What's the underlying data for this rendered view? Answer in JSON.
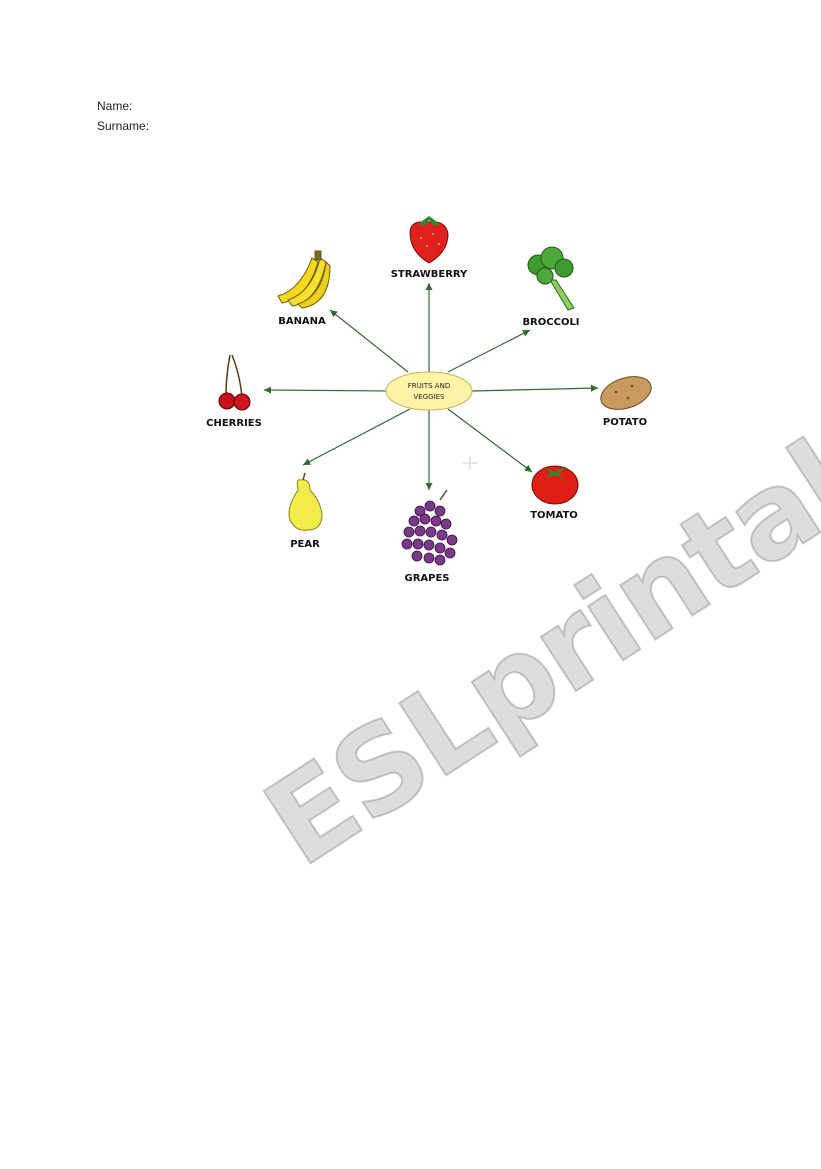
{
  "header": {
    "name_label": "Name:",
    "surname_label": "Surname:"
  },
  "diagram": {
    "center_line1": "FRUITS AND",
    "center_line2": "VEGGIES",
    "items": {
      "strawberry": "STRAWBERRY",
      "broccoli": "BROCCOLI",
      "banana": "BANANA",
      "cherries": "CHERRIES",
      "potato": "POTATO",
      "pear": "PEAR",
      "grapes": "GRAPES",
      "tomato": "TOMATO"
    },
    "arrow_color": "#2e6b2e",
    "center_fill": "#fff3a8"
  },
  "watermark": "ESLprintables.com"
}
